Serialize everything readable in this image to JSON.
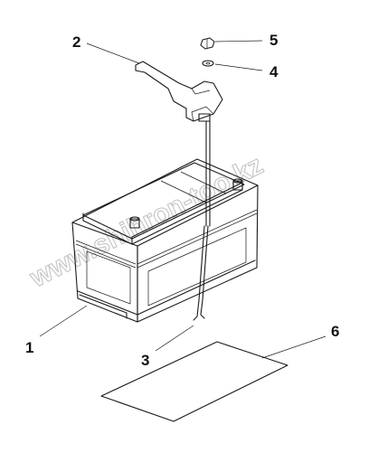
{
  "callouts": {
    "c1": "1",
    "c2": "2",
    "c3": "3",
    "c4": "4",
    "c5": "5",
    "c6": "6"
  },
  "watermark": "www.shihron-too.kz",
  "colors": {
    "line": "#1a1a1a",
    "watermark": "#c8c8c8",
    "background": "#ffffff"
  }
}
